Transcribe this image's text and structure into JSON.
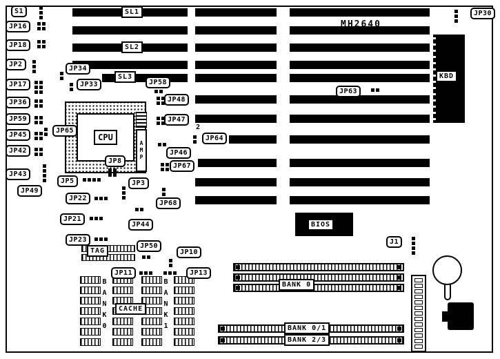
{
  "board": {
    "model": "MH2640"
  },
  "callouts": {
    "s1": "S1",
    "jp16": "JP16",
    "jp18": "JP18",
    "jp2": "JP2",
    "jp34": "JP34",
    "jp17": "JP17",
    "jp33": "JP33",
    "jp58": "JP58",
    "jp36": "JP36",
    "jp48": "JP48",
    "jp59": "JP59",
    "jp45": "JP45",
    "jp65": "JP65",
    "jp47": "JP47",
    "jp42": "JP42",
    "jp64": "JP64",
    "jp46": "JP46",
    "jp43": "JP43",
    "jp67": "JP67",
    "jp49": "JP49",
    "jp5": "JP5",
    "jp8": "JP8",
    "jp3": "JP3",
    "jp22": "JP22",
    "jp68": "JP68",
    "jp21": "JP21",
    "jp44": "JP44",
    "jp23": "JP23",
    "jp50": "JP50",
    "jp10": "JP10",
    "jp11": "JP11",
    "jp13": "JP13",
    "jp63": "JP63",
    "jp30": "JP30",
    "j1": "J1"
  },
  "slots": {
    "sl1": "SL1",
    "sl2": "SL2",
    "sl3": "SL3"
  },
  "components": {
    "cpu": "CPU",
    "amp": "AMP",
    "kbd": "KBD",
    "bios": "BIOS",
    "tag": "TAG",
    "cache": "CACHE"
  },
  "memory": {
    "bank0_label": "BANK 0",
    "bank01_label": "BANK 0/1",
    "bank23_label": "BANK 2/3",
    "cache_bank0": "BANK0",
    "cache_bank1": "BANK1"
  },
  "annotations": {
    "jp64_pin": "2"
  }
}
